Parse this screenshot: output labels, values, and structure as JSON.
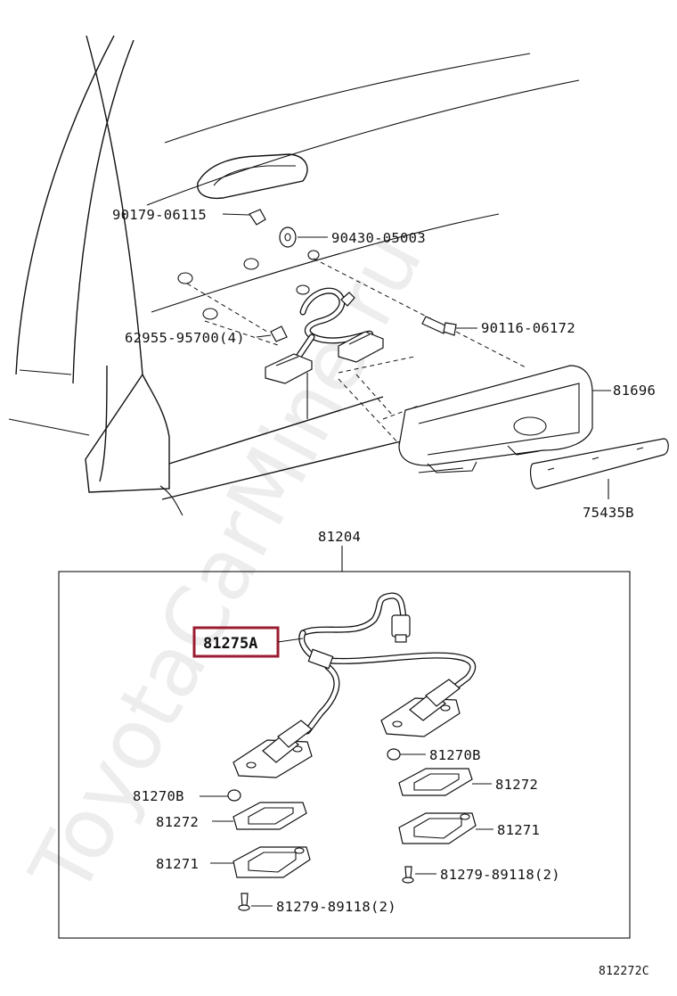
{
  "watermark": "ToyotaCarMine.ru",
  "diagram_code": "812272C",
  "assembly_label": "81204",
  "highlighted_label": "81275A",
  "labels": {
    "bolt_upper": "90179-06115",
    "grommet": "90430-05003",
    "clip_qty": "62955-95700(4)",
    "bolt_side": "90116-06172",
    "garnish": "81696",
    "trim_strip": "75435B",
    "bulb_right": "81270B",
    "gasket_right": "81272",
    "lens_right": "81271",
    "screw_right": "81279-89118(2)",
    "bulb_left": "81270B",
    "gasket_left": "81272",
    "lens_left": "81271",
    "screw_left": "81279-89118(2)"
  },
  "colors": {
    "highlight_box": "#9b1b30",
    "line": "#111111"
  }
}
